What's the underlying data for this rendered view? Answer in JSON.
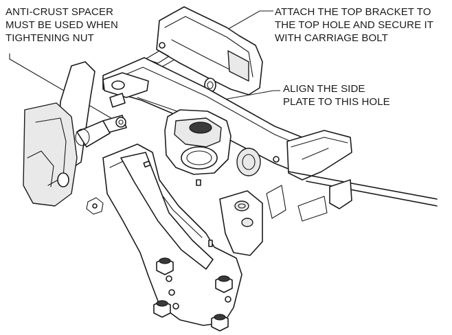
{
  "callouts": {
    "spacer": {
      "lines": [
        "ANTI-CRUST SPACER",
        "MUST BE USED WHEN",
        "TIGHTENING NUT"
      ]
    },
    "bracket": {
      "lines": [
        "ATTACH THE TOP BRACKET TO",
        "THE TOP HOLE AND SECURE IT",
        "WITH CARRIAGE BOLT"
      ]
    },
    "hole": {
      "lines": [
        "ALIGN THE SIDE",
        "PLATE TO THIS HOLE"
      ]
    }
  },
  "colors": {
    "line": "#1a1a1a",
    "background": "#ffffff",
    "shade": "#e9e9e9"
  }
}
